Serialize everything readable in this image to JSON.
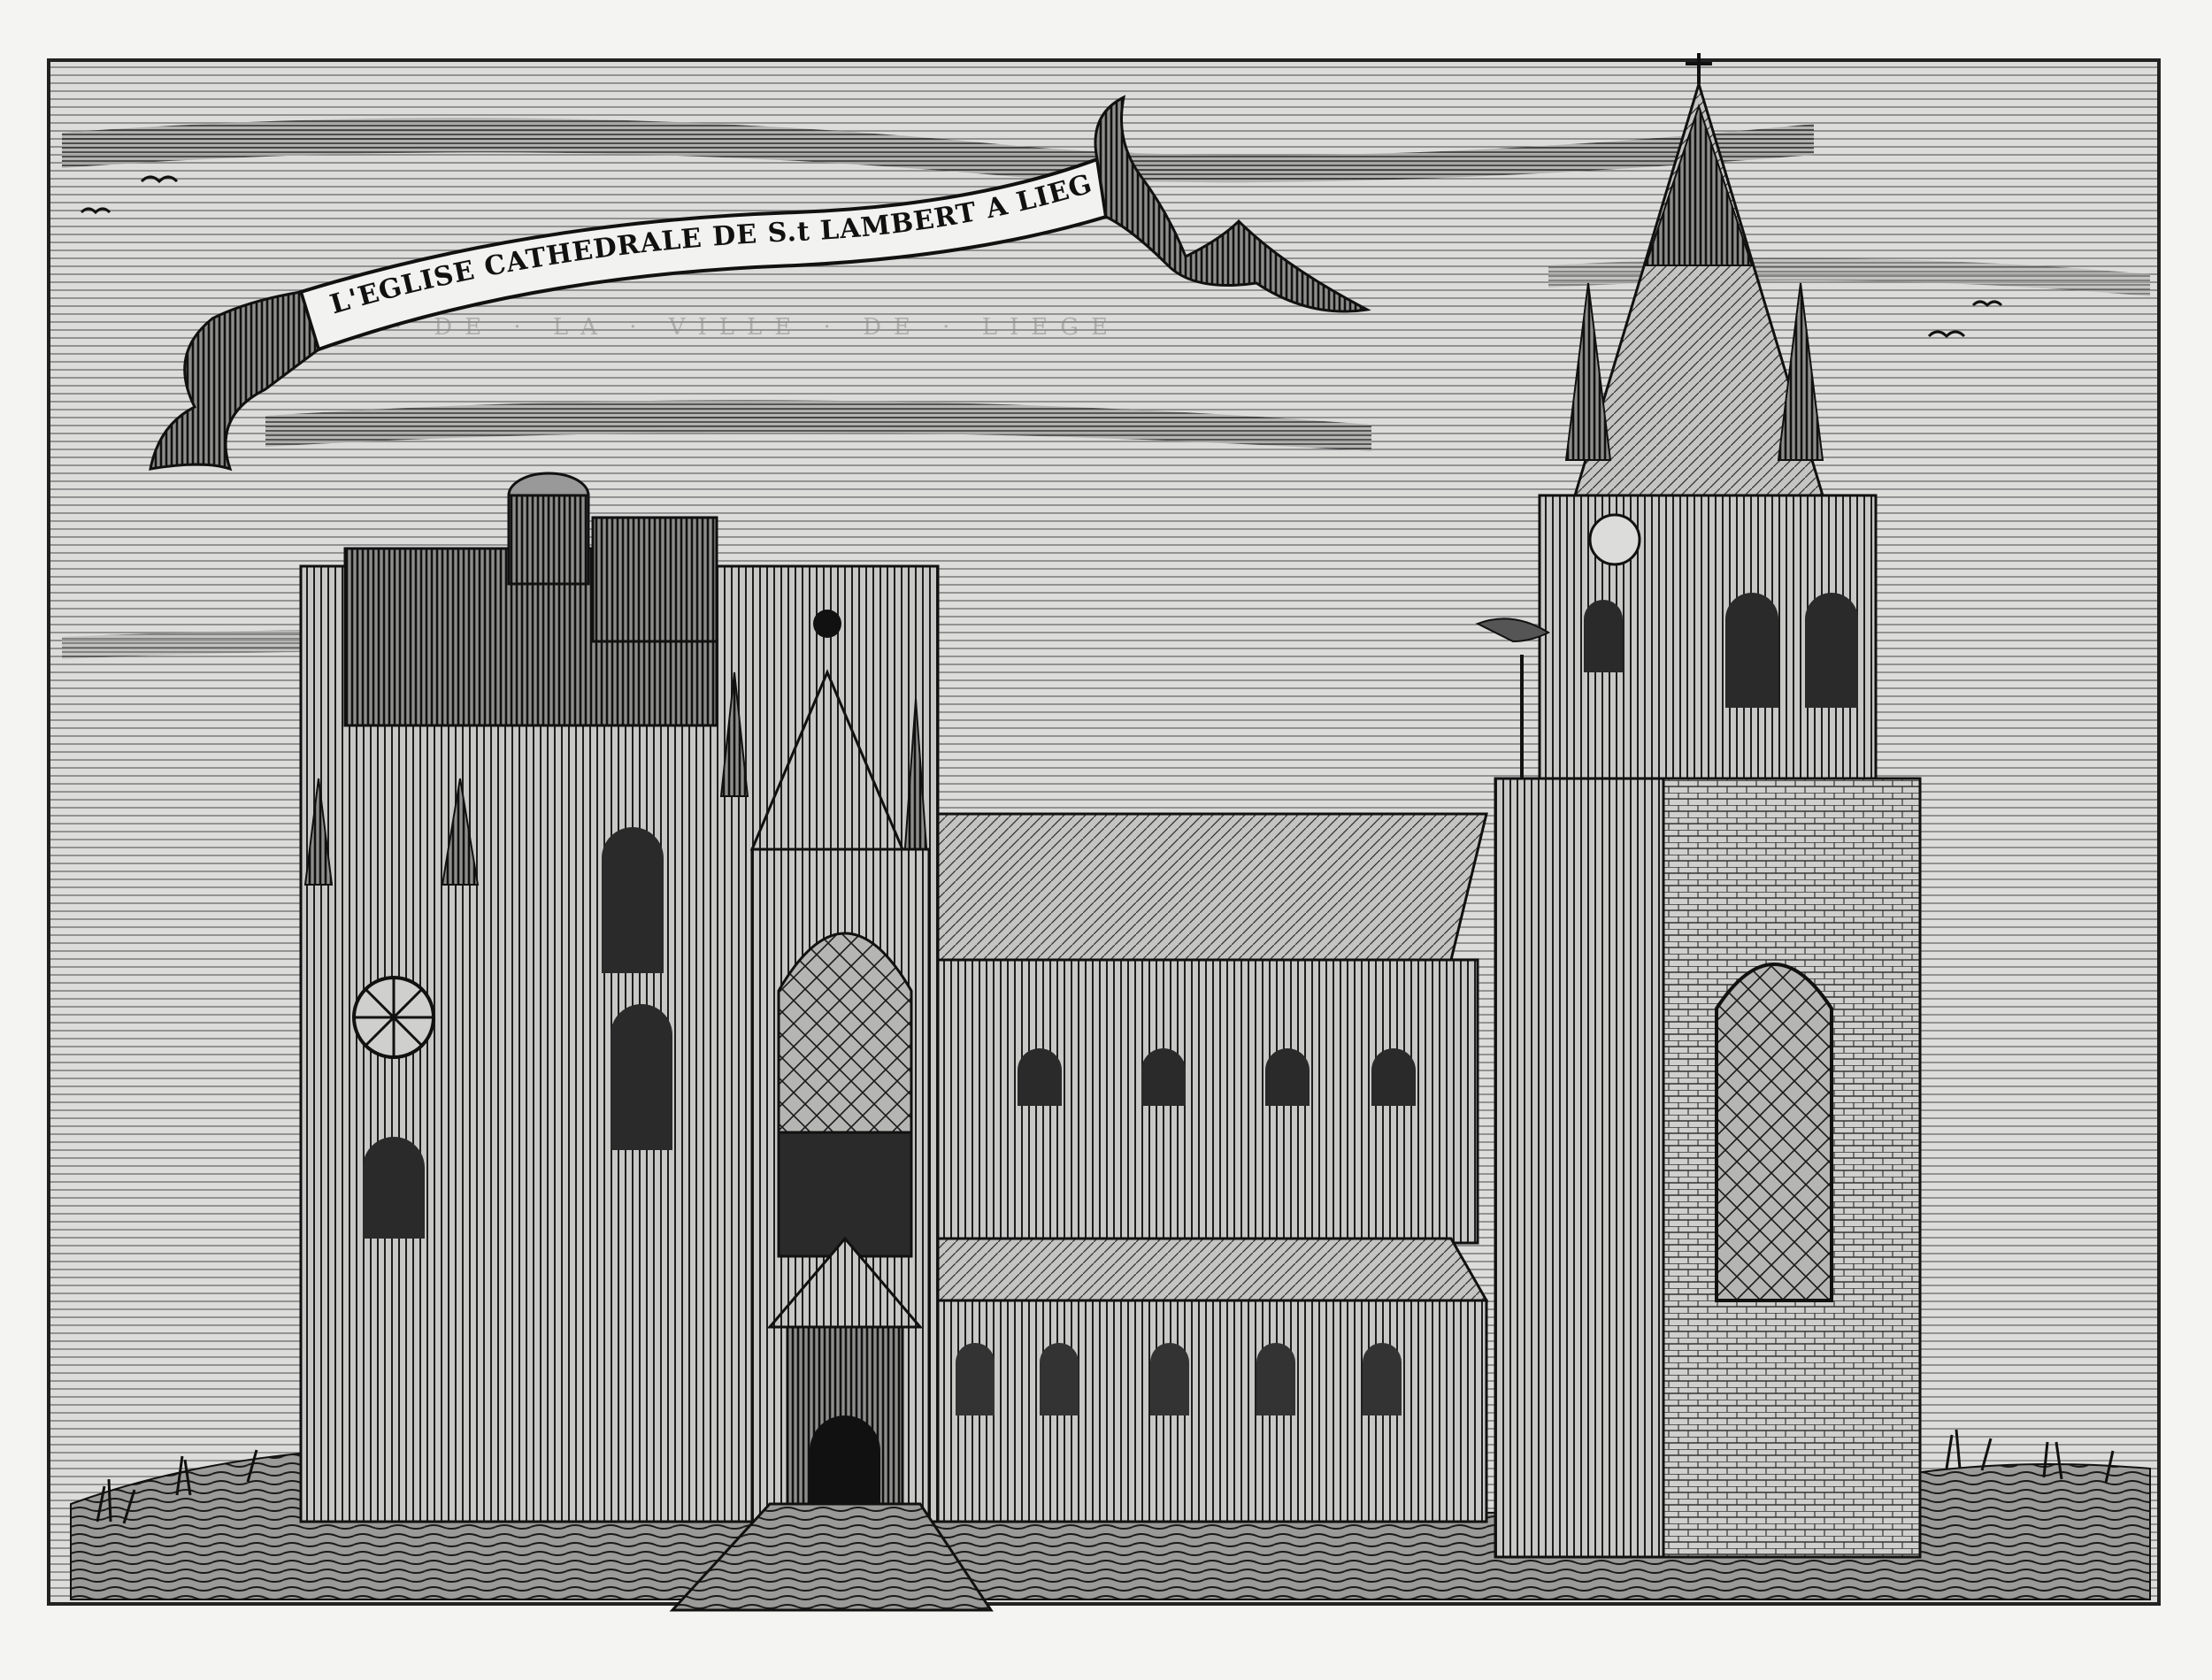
{
  "engraving": {
    "banner_text": "L'EGLISE CATHEDRALE DE S.t LAMBERT A LIEGE",
    "subject": "Cathedral of Saint Lambert, Liège",
    "medium": "black-and-white line engraving",
    "colors": {
      "paper": "#f4f4f2",
      "ink": "#111111",
      "sky": "#d8d8d6",
      "stone": "#bdbdbb"
    }
  }
}
